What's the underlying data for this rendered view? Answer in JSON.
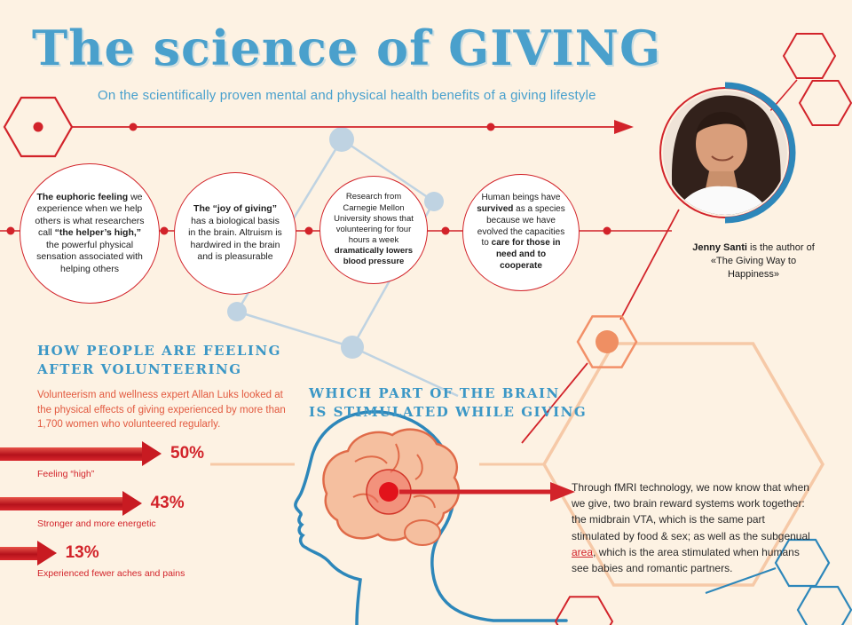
{
  "page": {
    "title": "The science of GIVING",
    "subtitle": "On the scientifically proven mental and physical health benefits of a giving lifestyle"
  },
  "colors": {
    "red": "#d2232a",
    "blue": "#3b97c6",
    "light_blue": "#bfd3e2",
    "peach": "#f6c9a7",
    "orange": "#ef8f63",
    "cream": "#fdf2e3"
  },
  "icons": {
    "hexagon": "⬡",
    "arrow": "→",
    "node_dot": "●"
  },
  "facts": [
    {
      "segments": [
        {
          "text": "The euphoric feeling",
          "bold": true
        },
        {
          "text": " we experience when we help others is what researchers call "
        },
        {
          "text": "“the helper’s high,”",
          "bold": true
        },
        {
          "text": " the powerful physical sensation associated with helping others"
        }
      ]
    },
    {
      "segments": [
        {
          "text": "The “joy of giving”",
          "bold": true
        },
        {
          "text": " has a biological basis in the brain. Altruism is hardwired in the brain and is pleasurable"
        }
      ]
    },
    {
      "segments": [
        {
          "text": "Research from Carnegie Mellon University shows that volunteering for four hours a week "
        },
        {
          "text": "dramatically lowers blood pressure",
          "bold": true
        }
      ]
    },
    {
      "segments": [
        {
          "text": "Human beings have "
        },
        {
          "text": "survived",
          "bold": true
        },
        {
          "text": " as a species because we have evolved the capacities to "
        },
        {
          "text": "care for those in need and to cooperate",
          "bold": true
        }
      ]
    }
  ],
  "author": {
    "segments": [
      {
        "text": "Jenny Santi",
        "bold": true
      },
      {
        "text": " is the author of «The Giving Way to Happiness»"
      }
    ]
  },
  "volunteering": {
    "heading": "HOW PEOPLE ARE FEELING\nAFTER VOLUNTEERING",
    "description": "Volunteerism and wellness expert Allan Luks looked at the physical effects of giving experienced by more than 1,700 women who volunteered regularly.",
    "chart_data": {
      "type": "bar",
      "orientation": "horizontal",
      "title": "How people are feeling after volunteering",
      "categories": [
        "Feeling “high”",
        "Stronger and more energetic",
        "Experienced fewer aches and pains"
      ],
      "values": [
        50,
        43,
        13
      ],
      "value_labels": [
        "50%",
        "43%",
        "13%"
      ],
      "unit": "%",
      "xlim": [
        0,
        100
      ],
      "bar_color": "#d2232a",
      "legend": "none",
      "grid": false
    }
  },
  "brain": {
    "heading": "WHICH PART OF THE BRAIN\nIS STIMULATED WHILE GIVING",
    "description_segments": [
      {
        "text": "Through fMRI technology, we now know that when we give, two brain reward systems work together: the midbrain VTA, which is the same part stimulated by food & sex; as well as the subgenual "
      },
      {
        "text": "area",
        "accent": true
      },
      {
        "text": ", which is the area stimulated when humans see babies and romantic partners."
      }
    ]
  }
}
